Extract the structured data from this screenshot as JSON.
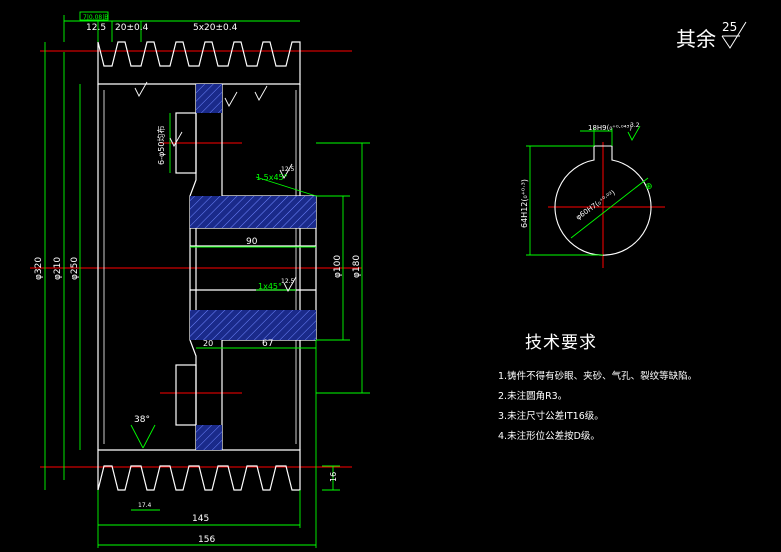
{
  "rough": {
    "label": "其余",
    "value": "25"
  },
  "dims": {
    "d320": "φ320",
    "d210": "φ210",
    "d250": "φ250",
    "d100": "φ100",
    "d180": "φ180",
    "w125": "12.5",
    "w20": "20±0.4",
    "w5x20": "5x20±0.4",
    "holes": "6-φ50均布",
    "ch1": "1.5x45°",
    "ch2": "1x45°",
    "r90": "90",
    "r20": "20",
    "r67": "67",
    "ang": "38°",
    "pitch": "17.4",
    "h16": "16",
    "w145": "145",
    "w156": "156",
    "ftol": "7|0.08|B",
    "ra1": "12.5",
    "ra2": "12.5",
    "keyw": "18H9(₀⁺⁰·⁰⁴³)",
    "keyh": "64H12(₀⁺⁰·³)",
    "bore": "φ60H7(₀⁺⁰·⁰³)",
    "keyra": "3.2",
    "boredot": "⊕"
  },
  "notes": {
    "title": "技术要求",
    "items": [
      "1.铸件不得有砂眼、夹砂、气孔、裂纹等缺陷。",
      "2.未注圆角R3。",
      "3.未注尺寸公差IT16级。",
      "4.未注形位公差按D级。"
    ]
  },
  "colors": {
    "outline": "#ffffff",
    "centerline": "#ff0000",
    "dimension": "#00ff00",
    "hatch": "#1a2a8a",
    "text": "#ffffff"
  }
}
